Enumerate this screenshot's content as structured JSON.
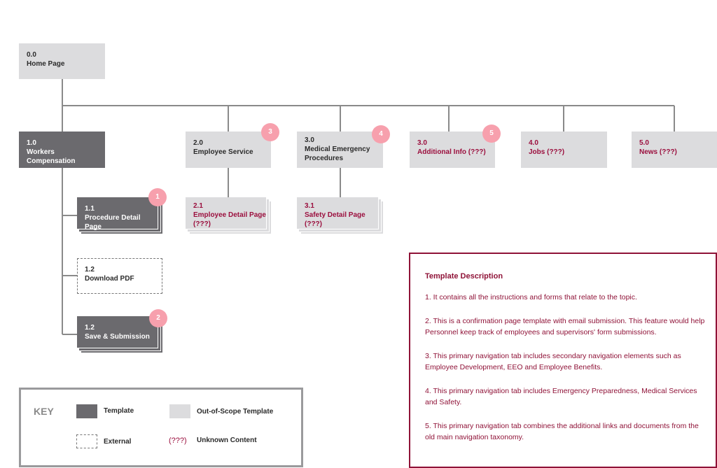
{
  "nodes": {
    "home": {
      "num": "0.0",
      "title": "Home Page"
    },
    "workers_comp": {
      "num": "1.0",
      "title": "Workers Compensation"
    },
    "employee_service": {
      "num": "2.0",
      "title": "Employee Service"
    },
    "medical": {
      "num": "3.0",
      "title": "Medical  Emergency",
      "title2": "Procedures"
    },
    "additional": {
      "num": "3.0",
      "title": "Additional Info (???)"
    },
    "jobs": {
      "num": "4.0",
      "title": "Jobs (???)"
    },
    "news": {
      "num": "5.0",
      "title": "News (???)"
    },
    "procedure": {
      "num": "1.1",
      "title": "Procedure Detail Page"
    },
    "pdf": {
      "num": "1.2",
      "title": "Download PDF"
    },
    "save": {
      "num": "1.2",
      "title": "Save & Submission"
    },
    "employee_detail": {
      "num": "2.1",
      "title": "Employee Detail Page",
      "title2": "(???)"
    },
    "safety_detail": {
      "num": "3.1",
      "title": "Safety Detail Page",
      "title2": "(???)"
    }
  },
  "badges": {
    "b1": "1",
    "b2": "2",
    "b3": "3",
    "b4": "4",
    "b5": "5"
  },
  "description": {
    "title": "Template Description",
    "items": [
      "1. It contains all the instructions and forms that relate to the topic.",
      "2. This is a confirmation page template with email submission. This feature would help Personnel keep track of employees and supervisors' form submissions.",
      "3. This primary navigation tab includes secondary navigation elements such as Employee Development, EEO and Employee Benefits.",
      "4.  This primary navigation tab includes Emergency Preparedness, Medical Services and Safety.",
      "5.  This primary navigation tab combines the additional links and documents from the old main navigation taxonomy."
    ]
  },
  "key": {
    "title": "KEY",
    "template": "Template",
    "out_of_scope": "Out-of-Scope Template",
    "external": "External",
    "unknown_symbol": "(???)",
    "unknown": "Unknown Content"
  },
  "colors": {
    "template": "#6b6a6e",
    "out_of_scope": "#dcdcde",
    "accent": "#9b0f3e",
    "badge": "#f7a0ad",
    "line": "#8a8a8a"
  }
}
